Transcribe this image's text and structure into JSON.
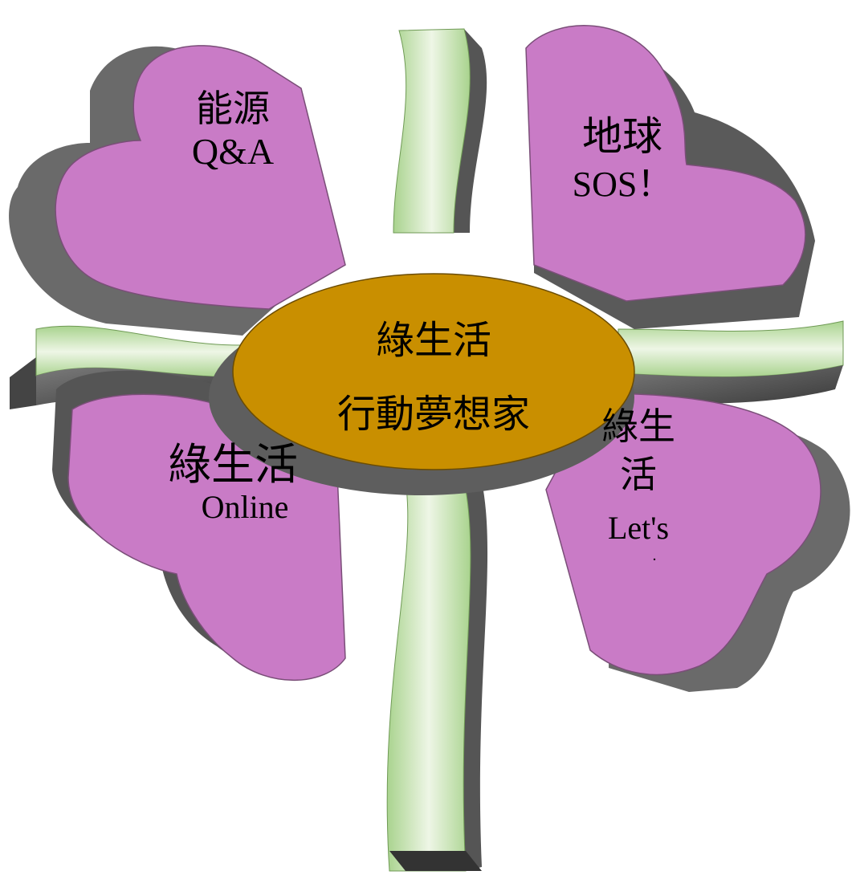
{
  "colors": {
    "petal": "#c97bc6",
    "petal_edge": "#8a5e88",
    "shadow": "#5a5a5a",
    "stem_light": "#e9f3df",
    "stem_dark": "#a8d190",
    "center": "#c98f00"
  },
  "petals": {
    "top_left": {
      "title": "能源",
      "subtitle": "Q&A"
    },
    "top_right": {
      "title": "地球",
      "subtitle": "SOS！"
    },
    "bottom_left": {
      "title": "綠生活",
      "subtitle": "Online"
    },
    "bottom_right": {
      "title_line1": "綠生",
      "title_line2": "活",
      "subtitle": "Let's",
      "extra": "."
    }
  },
  "center": {
    "line1": "綠生活",
    "line2": "行動夢想家"
  }
}
